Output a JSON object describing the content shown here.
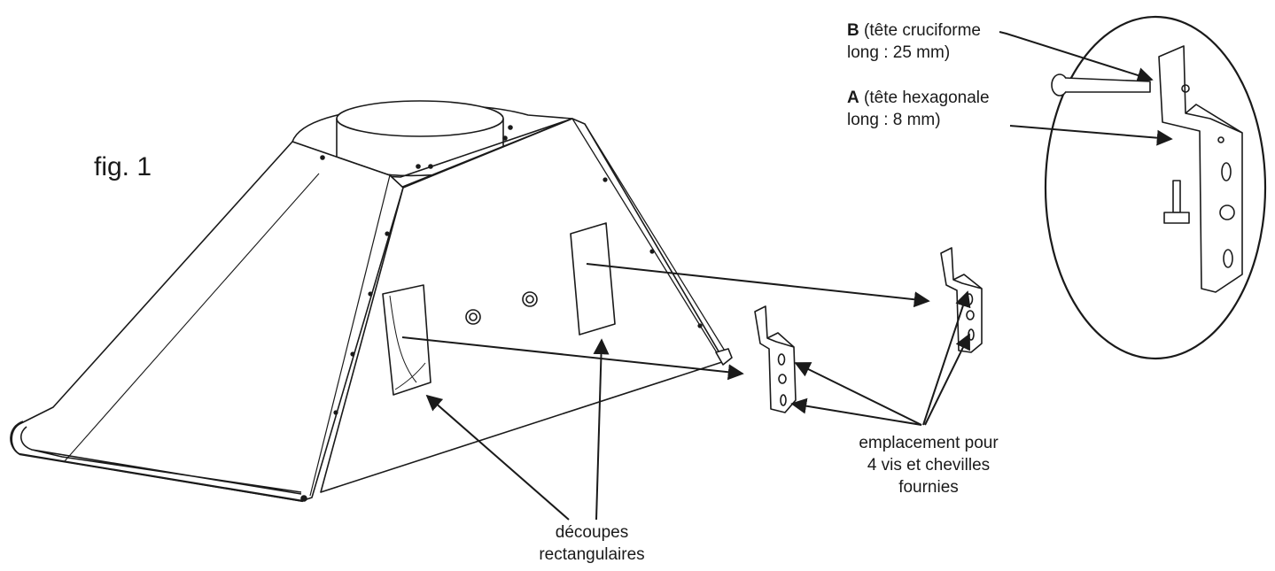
{
  "figure_label": "fig. 1",
  "callouts": {
    "cutouts": [
      "découpes",
      "rectangulaires"
    ],
    "slots": [
      "emplacement pour",
      "4 vis et chevilles",
      "fournies"
    ],
    "screw_b": {
      "letter": "B",
      "line1": "(tête cruciforme",
      "line2": "long : 25 mm)"
    },
    "screw_a": {
      "letter": "A",
      "line1": "(tête hexagonale",
      "line2": "long : 8 mm)"
    }
  },
  "colors": {
    "ink": "#1a1a1a",
    "background": "#ffffff"
  }
}
